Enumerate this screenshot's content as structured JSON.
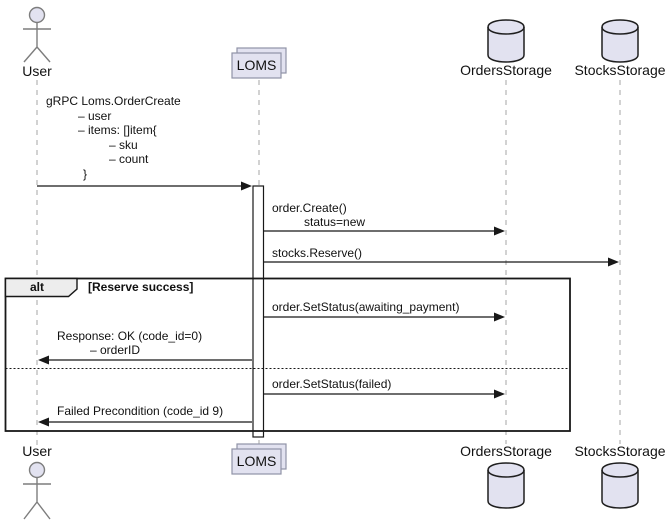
{
  "participants": {
    "user": {
      "label": "User",
      "icon": "actor-icon"
    },
    "loms": {
      "label": "LOMS",
      "icon": "collections-icon"
    },
    "orders": {
      "label": "OrdersStorage",
      "icon": "database-icon"
    },
    "stocks": {
      "label": "StocksStorage",
      "icon": "database-icon"
    }
  },
  "frame": {
    "operator": "alt",
    "guard": "[Reserve success]"
  },
  "messages": {
    "create_order": {
      "from": "User",
      "to": "LOMS",
      "lines": [
        "gRPC Loms.OrderCreate",
        "– user",
        "– items: []item{",
        "– sku",
        "– count",
        "}"
      ]
    },
    "order_create": {
      "from": "LOMS",
      "to": "OrdersStorage",
      "lines": [
        "order.Create()",
        "status=new"
      ]
    },
    "stocks_reserve": {
      "from": "LOMS",
      "to": "StocksStorage",
      "label": "stocks.Reserve()"
    },
    "set_status_awaiting": {
      "from": "LOMS",
      "to": "OrdersStorage",
      "label": "order.SetStatus(awaiting_payment)"
    },
    "response_ok": {
      "from": "LOMS",
      "to": "User",
      "lines": [
        "Response: OK (code_id=0)",
        "– orderID"
      ]
    },
    "set_status_failed": {
      "from": "LOMS",
      "to": "OrdersStorage",
      "label": "order.SetStatus(failed)"
    },
    "failed_precondition": {
      "from": "LOMS",
      "to": "User",
      "label": "Failed Precondition (code_id 9)"
    }
  },
  "colors": {
    "background": "#FFFFFF",
    "participant_fill": "#E2E2F0",
    "box_border": "#9093A6",
    "cylinder_border": "#1F1F1F",
    "actor_stroke": "#7D7D7D",
    "lifeline": "#A6A6A6",
    "arrow": "#181818",
    "frame_border": "#181818",
    "pentagon_fill": "#EDEDED",
    "activation_fill": "#FFFFFF"
  }
}
